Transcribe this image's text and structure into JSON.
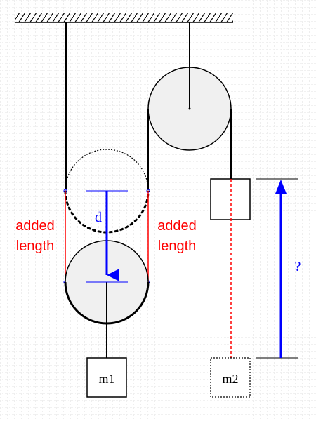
{
  "labels": {
    "m1": "m1",
    "m2": "m2",
    "d": "d",
    "question": "?",
    "added_left_line1": "added",
    "added_left_line2": "length",
    "added_right_line1": "added",
    "added_right_line2": "length"
  },
  "colors": {
    "background": "#ffffff",
    "grid": "#c8c8c8",
    "line": "#000000",
    "pulley_fill": "#f0f0f0",
    "added_length": "#ff0000",
    "displacement_arrow": "#0000ff",
    "mass_fill": "#ffffff"
  }
}
